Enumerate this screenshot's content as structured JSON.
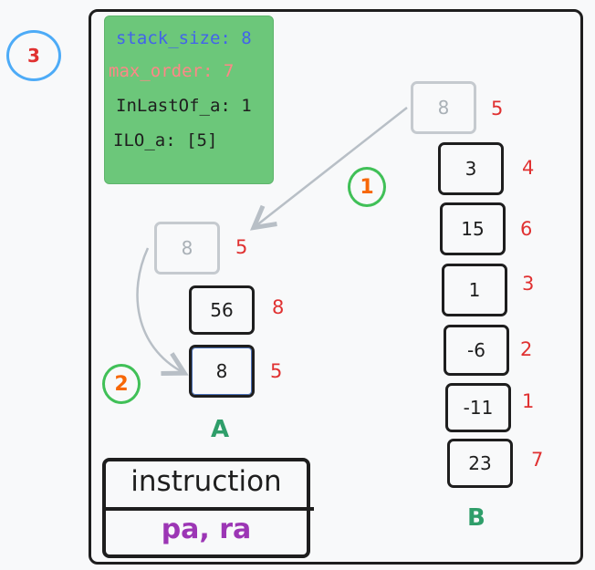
{
  "step": "3",
  "info": {
    "stack_size": "stack_size: 8",
    "max_order": "max_order: 7",
    "in_last_of_a": "InLastOf_a: 1",
    "ilo_a": "ILO_a: [5]"
  },
  "moves": {
    "first": "1",
    "second": "2"
  },
  "stack_a": {
    "label": "A",
    "ghost": {
      "value": "8",
      "index": "5"
    },
    "items": [
      {
        "value": "56",
        "index": "8"
      },
      {
        "value": "8",
        "index": "5"
      }
    ]
  },
  "stack_b": {
    "label": "B",
    "ghost": {
      "value": "8",
      "index": "5"
    },
    "items": [
      {
        "value": "3",
        "index": "4"
      },
      {
        "value": "15",
        "index": "6"
      },
      {
        "value": "1",
        "index": "3"
      },
      {
        "value": "-6",
        "index": "2"
      },
      {
        "value": "-11",
        "index": "1"
      },
      {
        "value": "23",
        "index": "7"
      }
    ]
  },
  "instruction": {
    "title": "instruction",
    "text": "pa, ra"
  },
  "colors": {
    "step_circle": "#4dabf7",
    "index": "#e03131",
    "info_bg": "#6cc77a",
    "stack_size": "#4263eb",
    "max_order": "#ff8787",
    "stack_label": "#2f9e6a",
    "instruction_text": "#9c36b5",
    "move_circle": "#40c057",
    "move_one_text": "#f76707"
  }
}
